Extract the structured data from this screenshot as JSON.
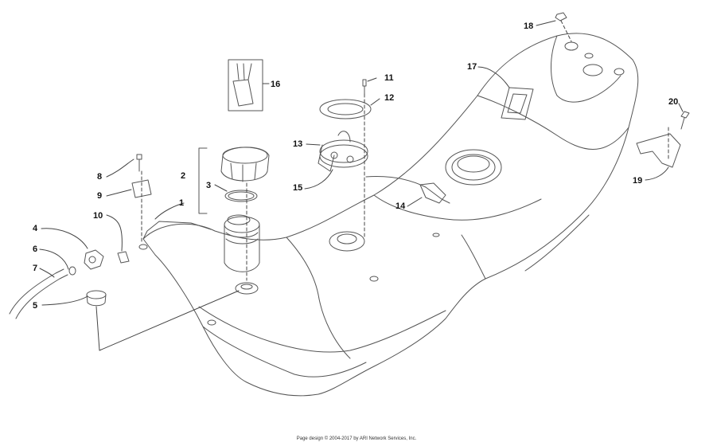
{
  "diagram": {
    "callouts": [
      "1",
      "2",
      "3",
      "4",
      "5",
      "6",
      "7",
      "8",
      "9",
      "10",
      "11",
      "12",
      "13",
      "14",
      "15",
      "16",
      "17",
      "18",
      "19",
      "20"
    ]
  },
  "footer": {
    "credit": "Page design © 2004-2017 by ARI Network Services, Inc."
  },
  "colors": {
    "line": "#555555",
    "background": "#ffffff"
  }
}
